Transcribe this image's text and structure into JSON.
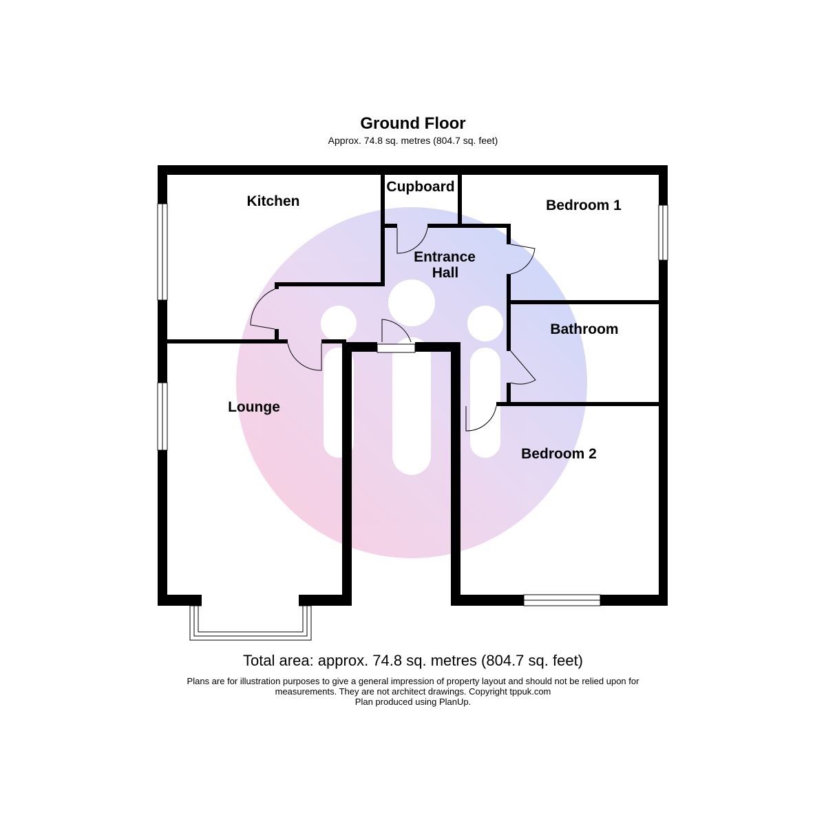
{
  "header": {
    "floor_name": "Ground Floor",
    "floor_area": "Approx. 74.8 sq. metres (804.7 sq. feet)"
  },
  "rooms": {
    "kitchen": "Kitchen",
    "cupboard": "Cupboard",
    "bedroom1": "Bedroom 1",
    "entrance_hall_line1": "Entrance",
    "entrance_hall_line2": "Hall",
    "bathroom": "Bathroom",
    "lounge": "Lounge",
    "bedroom2": "Bedroom 2"
  },
  "footer": {
    "total_area": "Total area: approx. 74.8 sq. metres (804.7 sq. feet)",
    "disclaimer_line1": "Plans are for illustration purposes to give a general impression of property layout and should not be relied upon for",
    "disclaimer_line2": "measurements. They are not architect drawings.  Copyright tppuk.com",
    "disclaimer_line3": "Plan produced using PlanUp."
  },
  "colors": {
    "walls": "#000000",
    "watermark_pink": "#f9c6dc",
    "watermark_blue": "#c3d2fb"
  },
  "icons": {
    "watermark": "family-logo-watermark"
  }
}
